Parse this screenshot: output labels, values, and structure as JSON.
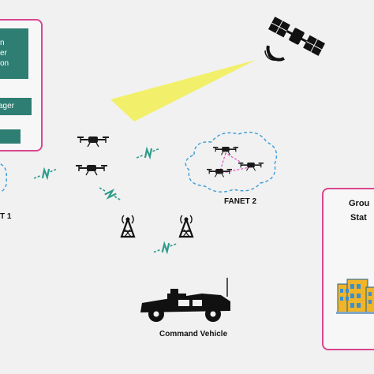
{
  "left_panel": {
    "box1_lines": [
      "n",
      "er",
      "on"
    ],
    "box2_label": "ager"
  },
  "labels": {
    "fanet_left": "T 1",
    "fanet_right": "FANET 2",
    "command_vehicle": "Command Vehicle",
    "ground_station_line1": "Grou",
    "ground_station_line2": "Stat"
  },
  "colors": {
    "panel_border": "#d9468f",
    "teal": "#2f7e73",
    "beam": "#f2f06a",
    "cloud": "#3a9bd8",
    "link": "#2e9c8a",
    "triangle": "#e04ab8"
  },
  "icons": [
    "satellite-icon",
    "drone-icon",
    "radio-tower-icon",
    "lightning-link-icon",
    "military-vehicle-icon",
    "buildings-icon",
    "cloud-icon"
  ]
}
